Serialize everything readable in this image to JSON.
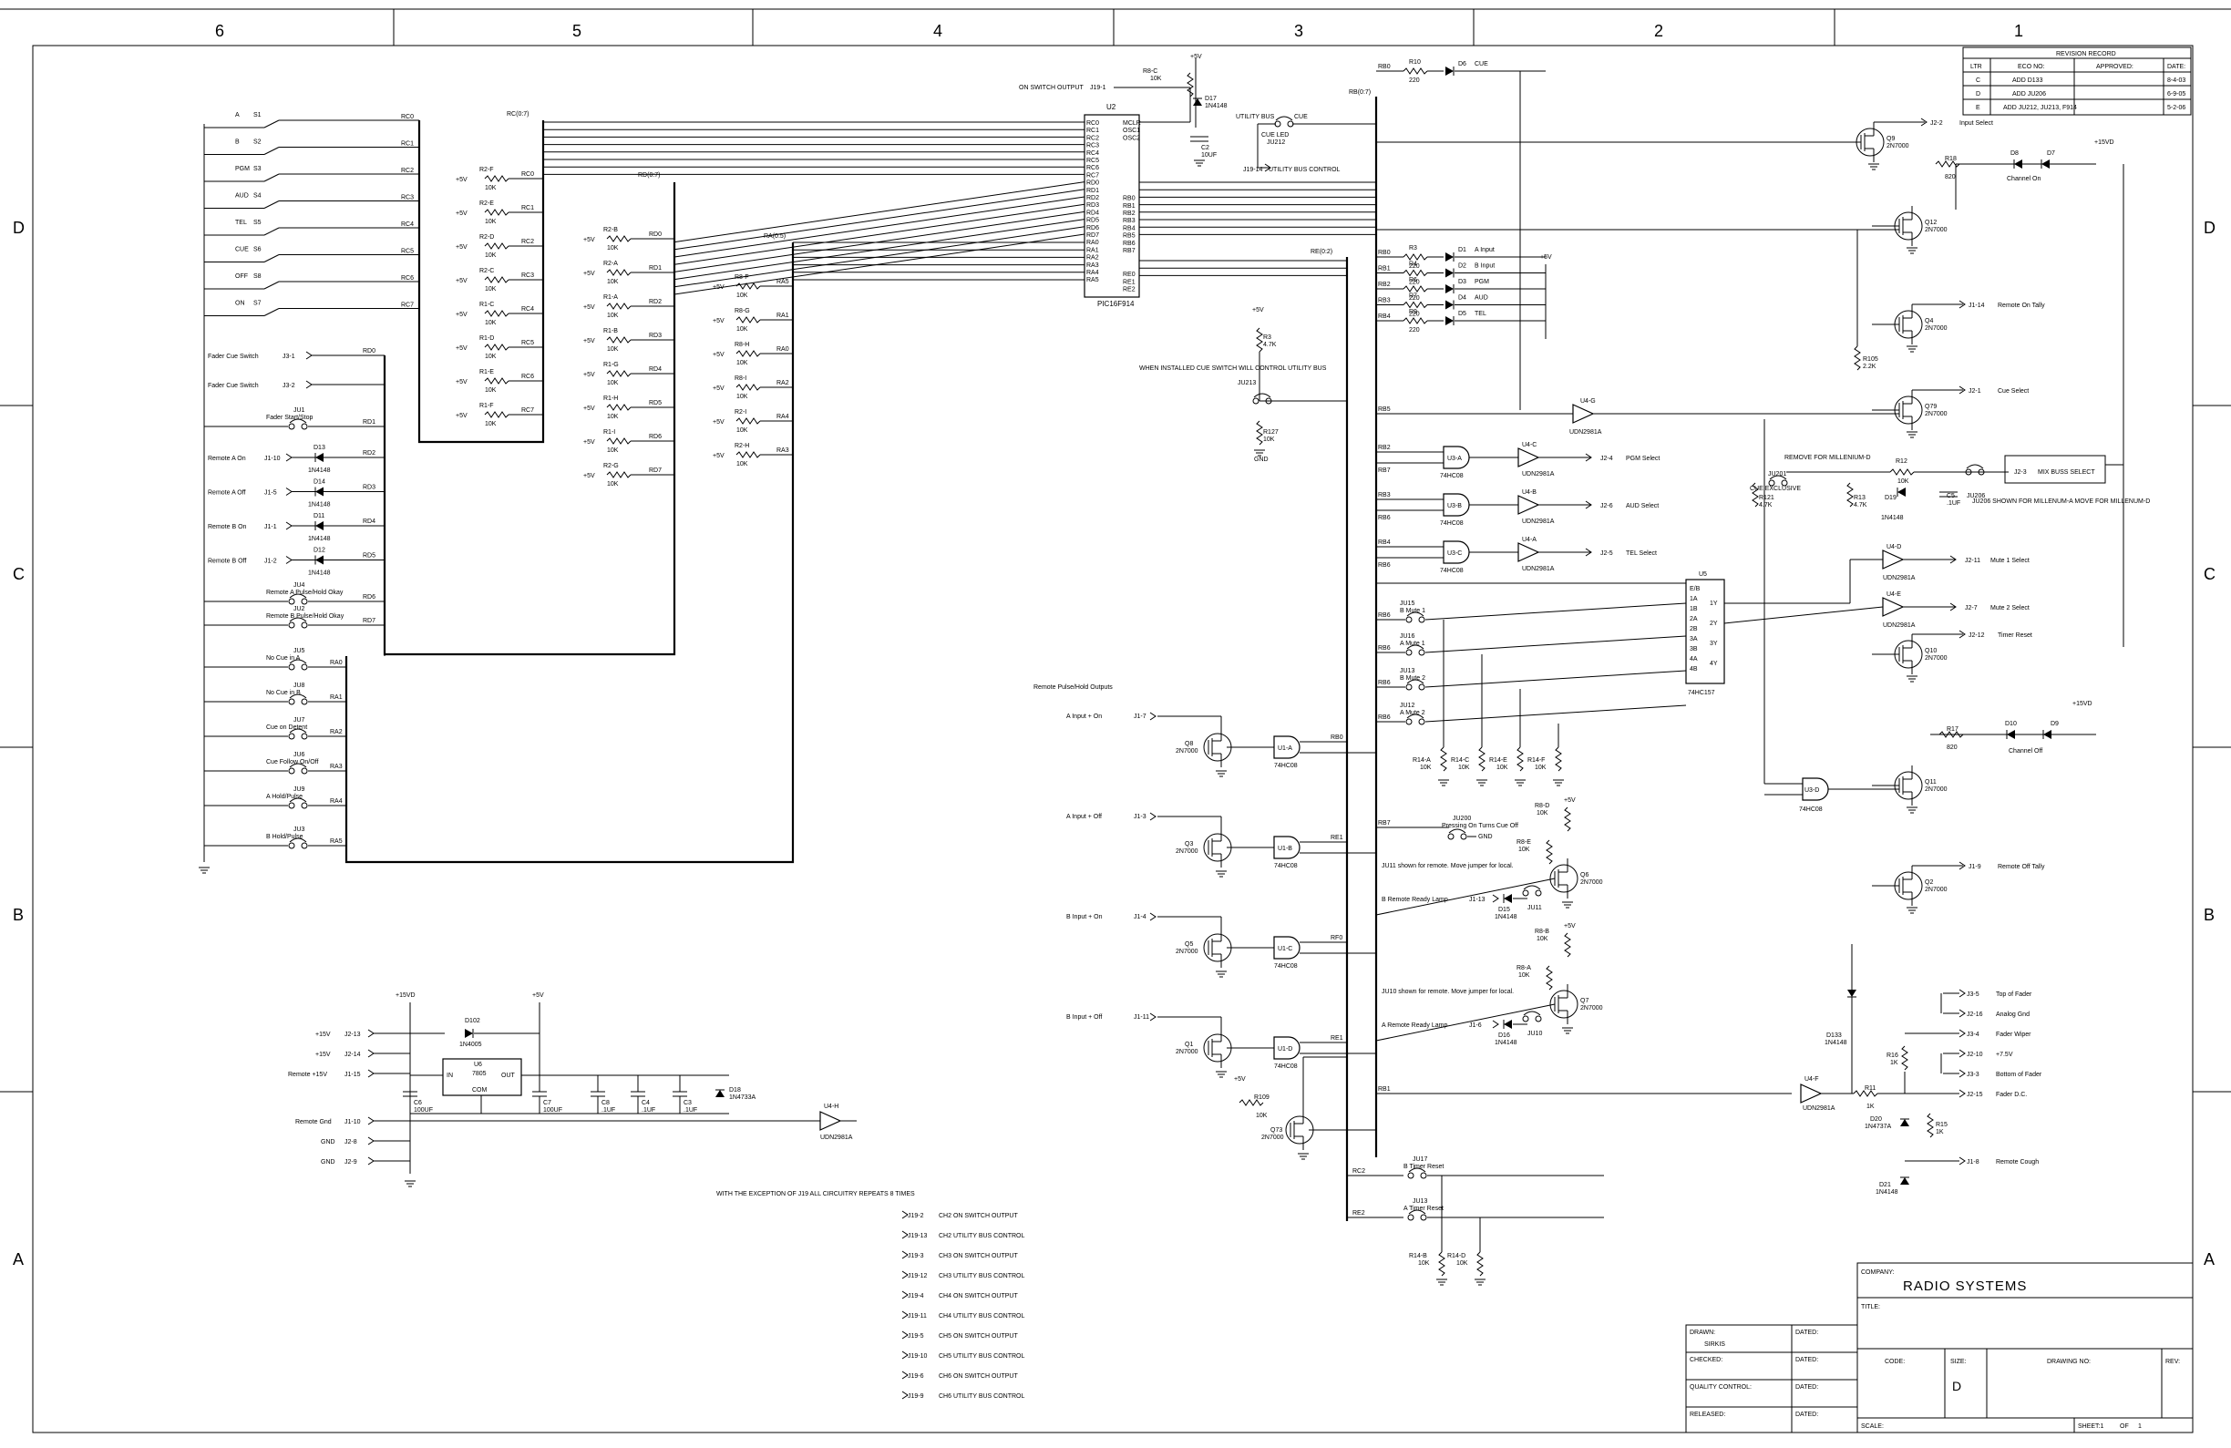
{
  "zones": {
    "top": [
      "6",
      "5",
      "4",
      "3",
      "2",
      "1"
    ],
    "side": [
      "D",
      "C",
      "B",
      "A"
    ]
  },
  "revision_record": {
    "title": "REVISION RECORD",
    "headers": [
      "LTR",
      "ECO NO:",
      "APPROVED:",
      "DATE:"
    ],
    "rows": [
      [
        "C",
        "ADD D133",
        "",
        "8-4-03"
      ],
      [
        "D",
        "ADD JU206",
        "",
        "6-9-05"
      ],
      [
        "E",
        "ADD JU212, JU213, F914",
        "",
        "5-2-06"
      ]
    ]
  },
  "title_block": {
    "company_label": "COMPANY:",
    "company": "RADIO SYSTEMS",
    "title_label": "TITLE:",
    "drawn_label": "DRAWN:",
    "drawn_by": "SIRKIS",
    "checked_label": "CHECKED:",
    "qc_label": "QUALITY CONTROL:",
    "released_label": "RELEASED:",
    "dated_label": "DATED:",
    "code_label": "CODE:",
    "size_label": "SIZE:",
    "size": "D",
    "drawing_no_label": "DRAWING NO:",
    "rev_label": "REV:",
    "scale_label": "SCALE:",
    "sheet_label": "SHEET:1",
    "of_label": "OF",
    "of_value": "1"
  },
  "switches": [
    {
      "name": "A",
      "ref": "S1",
      "net": "RC0"
    },
    {
      "name": "B",
      "ref": "S2",
      "net": "RC1"
    },
    {
      "name": "PGM",
      "ref": "S3",
      "net": "RC2"
    },
    {
      "name": "AUD",
      "ref": "S4",
      "net": "RC3"
    },
    {
      "name": "TEL",
      "ref": "S5",
      "net": "RC4"
    },
    {
      "name": "CUE",
      "ref": "S6",
      "net": "RC5"
    },
    {
      "name": "OFF",
      "ref": "S8",
      "net": "RC6"
    },
    {
      "name": "ON",
      "ref": "S7",
      "net": "RC7"
    }
  ],
  "left_inputs": [
    {
      "label": "Fader Cue Switch",
      "pin": "J3-1",
      "net": "RD0"
    },
    {
      "label": "Fader Cue Switch",
      "pin": "J3-2",
      "net": ""
    }
  ],
  "left_jumpers": [
    {
      "ref": "JU1",
      "label": "Fader Start/Stop",
      "net": "RD1"
    },
    {
      "ref": "JU4",
      "label": "Remote A Pulse/Hold Okay",
      "net": "RD6"
    },
    {
      "ref": "JU2",
      "label": "Remote B Pulse/Hold Okay",
      "net": "RD7"
    },
    {
      "ref": "JU5",
      "label": "No Cue in A",
      "net": "RA0"
    },
    {
      "ref": "JU8",
      "label": "No Cue in B",
      "net": "RA1"
    },
    {
      "ref": "JU7",
      "label": "Cue on Detent",
      "net": "RA2"
    },
    {
      "ref": "JU6",
      "label": "Cue Follow On/Off",
      "net": "RA3"
    },
    {
      "ref": "JU9",
      "label": "A Hold/Pulse",
      "net": "RA4"
    },
    {
      "ref": "JU3",
      "label": "B Hold/Pulse",
      "net": "RA5"
    }
  ],
  "remote_inputs": [
    {
      "label": "Remote A On",
      "pin": "J1-10",
      "diode": "D13",
      "part": "1N4148",
      "net": "RD2"
    },
    {
      "label": "Remote A Off",
      "pin": "J1-5",
      "diode": "D14",
      "part": "1N4148",
      "net": "RD3"
    },
    {
      "label": "Remote B On",
      "pin": "J1-1",
      "diode": "D11",
      "part": "1N4148",
      "net": "RD4"
    },
    {
      "label": "Remote B Off",
      "pin": "J1-2",
      "diode": "D12",
      "part": "1N4148",
      "net": "RD5"
    }
  ],
  "pullups_c": [
    {
      "ref": "R2-F",
      "net": "RC0"
    },
    {
      "ref": "R2-E",
      "net": "RC1"
    },
    {
      "ref": "R2-D",
      "net": "RC2"
    },
    {
      "ref": "R2-C",
      "net": "RC3"
    },
    {
      "ref": "R1-C",
      "net": "RC4"
    },
    {
      "ref": "R1-D",
      "net": "RC5"
    },
    {
      "ref": "R1-E",
      "net": "RC6"
    },
    {
      "ref": "R1-F",
      "net": "RC7"
    }
  ],
  "pullups_d": [
    {
      "ref": "R2-B",
      "net": "RD0"
    },
    {
      "ref": "R2-A",
      "net": "RD1"
    },
    {
      "ref": "R1-A",
      "net": "RD2"
    },
    {
      "ref": "R1-B",
      "net": "RD3"
    },
    {
      "ref": "R1-G",
      "net": "RD4"
    },
    {
      "ref": "R1-H",
      "net": "RD5"
    },
    {
      "ref": "R1-I",
      "net": "RD6"
    },
    {
      "ref": "R2-G",
      "net": "RD7"
    }
  ],
  "pullups_a": [
    {
      "ref": "R8-F",
      "net": "RA5"
    },
    {
      "ref": "R8-G",
      "net": "RA1"
    },
    {
      "ref": "R8-H",
      "net": "RA0"
    },
    {
      "ref": "R8-I",
      "net": "RA2"
    },
    {
      "ref": "R2-I",
      "net": "RA4"
    },
    {
      "ref": "R2-H",
      "net": "RA3"
    }
  ],
  "pullup_value": "10K",
  "pullup_supply": "+5V",
  "bus_labels": {
    "rc": "RC(0:7)",
    "rd": "RD(0:7)",
    "ra": "RA(0:5)",
    "re": "RE(0:2)",
    "rb": "RB(0:7)"
  },
  "mcu": {
    "ref": "U2",
    "part": "PIC16F914",
    "left_pins": [
      "RC0",
      "RC1",
      "RC2",
      "RC3",
      "RC4",
      "RC5",
      "RC6",
      "RC7",
      "RD0",
      "RD1",
      "RD2",
      "RD3",
      "RD4",
      "RD5",
      "RD6",
      "RD7",
      "RA0",
      "RA1",
      "RA2",
      "RA3",
      "RA4",
      "RA5"
    ],
    "right_pins": [
      "MCLR",
      "OSC1",
      "OSC2",
      "RB0",
      "RB1",
      "RB2",
      "RB3",
      "RB4",
      "RB5",
      "RB6",
      "RB7",
      "RE0",
      "RE1",
      "RE2"
    ]
  },
  "on_switch_output": {
    "label": "ON SWITCH OUTPUT",
    "pin": "J19-1"
  },
  "top_parts": {
    "r8c": "R8-C",
    "r8c_val": "10K",
    "supply": "+5V",
    "d17": "D17",
    "d17_part": "1N4148",
    "c2": "C2",
    "c2_val": "10UF",
    "utility_bus": "UTILITY BUS",
    "cue": "CUE",
    "cue_led": "CUE LED",
    "ju212": "JU212",
    "utility_bus_control": "UTILITY BUS CONTROL",
    "j19_14": "J19-14"
  },
  "cue_switch_note": "WHEN INSTALLED CUE SWITCH WILL CONTROL UTILITY BUS",
  "cue_switch_parts": {
    "r3": "R3",
    "r3_val": "4.7K",
    "ju213": "JU213",
    "r127": "R127",
    "r127_val": "10K",
    "gnd": "GND"
  },
  "leds": [
    {
      "res": "R10",
      "val": "220",
      "led": "D6",
      "label": "CUE",
      "net": "RB0"
    },
    {
      "res": "R3",
      "val": "220",
      "led": "D1",
      "label": "A Input",
      "net": "RB0"
    },
    {
      "res": "R4",
      "val": "220",
      "led": "D2",
      "label": "B Input",
      "net": "RB1"
    },
    {
      "res": "R6",
      "val": "220",
      "led": "D3",
      "label": "PGM",
      "net": "RB2"
    },
    {
      "res": "R7",
      "val": "220",
      "led": "D4",
      "label": "AUD",
      "net": "RB3"
    },
    {
      "res": "R9",
      "val": "220",
      "led": "D5",
      "label": "TEL",
      "net": "RB4"
    }
  ],
  "right_mosfets": [
    {
      "ref": "Q9",
      "part": "2N7000",
      "pin": "J2-2",
      "label": "Input Select"
    },
    {
      "ref": "Q12",
      "part": "2N7000",
      "pin": "",
      "label": ""
    },
    {
      "ref": "Q4",
      "part": "2N7000",
      "pin": "J1-14",
      "label": "Remote On Tally"
    },
    {
      "ref": "Q79",
      "part": "2N7000",
      "pin": "J2-1",
      "label": "Cue Select"
    },
    {
      "ref": "Q10",
      "part": "2N7000",
      "pin": "J2-12",
      "label": "Timer Reset"
    },
    {
      "ref": "Q11",
      "part": "2N7000",
      "pin": "",
      "label": ""
    },
    {
      "ref": "Q2",
      "part": "2N7000",
      "pin": "J1-9",
      "label": "Remote Off Tally"
    }
  ],
  "channel_on": {
    "res": "R18",
    "val": "820",
    "d8": "D8",
    "d7": "D7",
    "label": "Channel On",
    "supply": "+15VD"
  },
  "channel_off": {
    "res": "R17",
    "val": "820",
    "d10": "D10",
    "d9": "D9",
    "label": "Channel Off",
    "supply": "+15VD"
  },
  "r105": {
    "ref": "R105",
    "val": "2.2K"
  },
  "gates": [
    {
      "ref": "U3-A",
      "part": "74HC08",
      "out": "U4-C",
      "drv": "UDN2981A",
      "pin": "J2-4",
      "label": "PGM Select",
      "in1": "RB2",
      "in2": "RB7"
    },
    {
      "ref": "U3-B",
      "part": "74HC08",
      "out": "U4-B",
      "drv": "UDN2981A",
      "pin": "J2-6",
      "label": "AUD Select",
      "in1": "RB3",
      "in2": "RB6"
    },
    {
      "ref": "U3-C",
      "part": "74HC08",
      "out": "U4-A",
      "drv": "UDN2981A",
      "pin": "J2-5",
      "label": "TEL Select",
      "in1": "RB4",
      "in2": "RB6"
    }
  ],
  "u4g": {
    "ref": "U4-G",
    "part": "UDN2981A",
    "net": "RB5"
  },
  "millenium": {
    "remove_note": "REMOVE FOR MILLENIUM-D",
    "ju201": "JU201",
    "cue_exclusive": "CUE EXCLUSIVE",
    "r12": "R12",
    "r12_val": "10K",
    "d19": "D19",
    "d19_part": "1N4148",
    "c5": "C5",
    "c5_val": ".1UF",
    "r121": "R121",
    "r121_val": "4.7K",
    "r13": "R13",
    "r13_val": "4.7K",
    "ju206": "JU206",
    "ju206_note": "JU206 SHOWN FOR MILLENUM-A MOVE FOR MILLENUM-D",
    "mix_pin": "J2-3",
    "mix_label": "MIX BUSS SELECT"
  },
  "mux": {
    "ref": "U5",
    "part": "74HC157",
    "pins": [
      "E/B",
      "1A",
      "1B",
      "2A",
      "2B",
      "3A",
      "3B",
      "4A",
      "4B"
    ],
    "outs": [
      "1Y",
      "2Y",
      "3Y",
      "4Y"
    ]
  },
  "mute_jumpers": [
    {
      "ref": "JU15",
      "label": "B Mute 1",
      "net": "RB6"
    },
    {
      "ref": "JU16",
      "label": "A Mute 1",
      "net": "RB6"
    },
    {
      "ref": "JU13",
      "label": "B Mute 2",
      "net": "RB6"
    },
    {
      "ref": "JU12",
      "label": "A Mute 2",
      "net": "RB6"
    }
  ],
  "r14": [
    {
      "ref": "R14-A",
      "val": "10K"
    },
    {
      "ref": "R14-C",
      "val": "10K"
    },
    {
      "ref": "R14-E",
      "val": "10K"
    },
    {
      "ref": "R14-F",
      "val": "10K"
    }
  ],
  "mute_outputs": [
    {
      "ref": "U4-D",
      "part": "UDN2981A",
      "pin": "J2-11",
      "label": "Mute 1 Select"
    },
    {
      "ref": "U4-E",
      "part": "UDN2981A",
      "pin": "J2-7",
      "label": "Mute 2 Select"
    }
  ],
  "u3d": {
    "ref": "U3-D",
    "part": "74HC08"
  },
  "remote_outputs_title": "Remote Pulse/Hold Outputs",
  "remote_outputs": [
    {
      "label": "A Input + On",
      "pin": "J1-7",
      "q": "Q8",
      "part": "2N7000",
      "gate": "U1-A",
      "gpart": "74HC08",
      "net": "RB0"
    },
    {
      "label": "A Input + Off",
      "pin": "J1-3",
      "q": "Q3",
      "part": "2N7000",
      "gate": "U1-B",
      "gpart": "74HC08",
      "net": "RE1"
    },
    {
      "label": "B Input + On",
      "pin": "J1-4",
      "q": "Q5",
      "part": "2N7000",
      "gate": "U1-C",
      "gpart": "74HC08",
      "net": "RF0"
    },
    {
      "label": "B Input + Off",
      "pin": "J1-11",
      "q": "Q1",
      "part": "2N7000",
      "gate": "U1-D",
      "gpart": "74HC08",
      "net": "RE1"
    }
  ],
  "q73": {
    "ref": "Q73",
    "part": "2N7000",
    "r": "R109",
    "rval": "10K",
    "supply": "+5V"
  },
  "ju200": {
    "ref": "JU200",
    "label": "Pressing On Turns Cue Off",
    "net": "RB7",
    "gnd": "GND"
  },
  "lamps": [
    {
      "note": "JU11 shown for remote. Move jumper for local.",
      "label": "B Remote Ready Lamp",
      "pin": "J1-13",
      "d": "D15",
      "dpart": "1N4148",
      "ju": "JU11",
      "q": "Q6",
      "qpart": "2N7000",
      "r1": "R8-E",
      "r2": "R8-D"
    },
    {
      "note": "JU10 shown for remote. Move jumper for local.",
      "label": "A Remote Ready Lamp",
      "pin": "J1-6",
      "d": "D16",
      "dpart": "1N4148",
      "ju": "JU10",
      "q": "Q7",
      "qpart": "2N7000",
      "r1": "R8-A",
      "r2": "R8-B"
    }
  ],
  "timer_resets": [
    {
      "ref": "JU17",
      "label": "B Timer Reset",
      "net": "RC2"
    },
    {
      "ref": "JU13",
      "label": "A Timer Reset",
      "net": "RE2"
    }
  ],
  "r14b": [
    {
      "ref": "R14-B",
      "val": "10K"
    },
    {
      "ref": "R14-D",
      "val": "10K"
    }
  ],
  "power": {
    "supply_15": "+15VD",
    "supply_5": "+5V",
    "pins": [
      {
        "label": "+15V",
        "pin": "J2-13"
      },
      {
        "label": "+15V",
        "pin": "J2-14"
      },
      {
        "label": "Remote +15V",
        "pin": "J1-15"
      },
      {
        "label": "Remote Gnd",
        "pin": "J1-10"
      },
      {
        "label": "GND",
        "pin": "J2-8"
      },
      {
        "label": "GND",
        "pin": "J2-9"
      }
    ],
    "d102": "D102",
    "d102_part": "1N4005",
    "reg": "U6",
    "reg_part": "7805",
    "reg_in": "IN",
    "reg_out": "OUT",
    "reg_com": "COM",
    "caps": [
      {
        "ref": "C6",
        "val": "100UF"
      },
      {
        "ref": "C7",
        "val": "100UF"
      },
      {
        "ref": "C8",
        "val": ".1UF"
      },
      {
        "ref": "C4",
        "val": ".1UF"
      },
      {
        "ref": "C3",
        "val": ".1UF"
      }
    ],
    "d18": "D18",
    "d18_part": "1N4733A",
    "u4h": "U4-H",
    "u4h_part": "UDN2981A"
  },
  "repeat_note": "WITH THE EXCEPTION OF J19 ALL CIRCUITRY REPEATS 8 TIMES",
  "j19_list": [
    {
      "pin": "J19-2",
      "label": "CH2 ON SWITCH OUTPUT"
    },
    {
      "pin": "J19-13",
      "label": "CH2 UTILITY BUS CONTROL"
    },
    {
      "pin": "J19-3",
      "label": "CH3 ON SWITCH OUTPUT"
    },
    {
      "pin": "J19-12",
      "label": "CH3 UTILITY BUS CONTROL"
    },
    {
      "pin": "J19-4",
      "label": "CH4 ON SWITCH OUTPUT"
    },
    {
      "pin": "J19-11",
      "label": "CH4 UTILITY BUS CONTROL"
    },
    {
      "pin": "J19-5",
      "label": "CH5 ON SWITCH OUTPUT"
    },
    {
      "pin": "J19-10",
      "label": "CH5 UTILITY BUS CONTROL"
    },
    {
      "pin": "J19-6",
      "label": "CH6 ON SWITCH OUTPUT"
    },
    {
      "pin": "J19-9",
      "label": "CH6 UTILITY BUS CONTROL"
    }
  ],
  "fader": {
    "pins": [
      {
        "pin": "J3-5",
        "label": "Top of Fader"
      },
      {
        "pin": "J2-16",
        "label": "Analog Gnd"
      },
      {
        "pin": "J3-4",
        "label": "Fader Wiper"
      },
      {
        "pin": "J2-10",
        "label": "+7.5V"
      },
      {
        "pin": "J3-3",
        "label": "Bottom of Fader"
      },
      {
        "pin": "J2-15",
        "label": "Fader D.C."
      },
      {
        "pin": "J1-8",
        "label": "Remote Cough"
      }
    ],
    "r16": "R16",
    "r16_val": "1K",
    "r11": "R11",
    "r11_val": "1K",
    "r15": "R15",
    "r15_val": "1K",
    "d133": "D133",
    "d133_part": "1N4148",
    "d20": "D20",
    "d20_part": "1N4737A",
    "d21": "D21",
    "d21_part": "1N4148",
    "u4f": "U4-F",
    "u4f_part": "UDN2981A",
    "net": "RB1"
  }
}
